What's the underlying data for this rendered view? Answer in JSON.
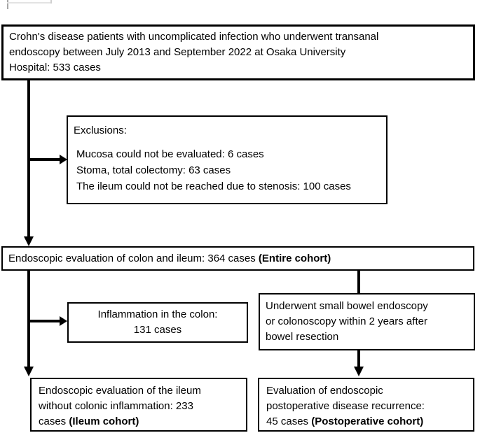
{
  "diagram": {
    "source_box": {
      "lines": [
        "Crohn's disease patients with uncomplicated infection who underwent transanal",
        "endoscopy between July 2013 and September 2022 at Osaka University",
        "Hospital: 533 cases"
      ]
    },
    "exclusions_box": {
      "title": "Exclusions:",
      "items": [
        "Mucosa could not be evaluated: 6 cases",
        "Stoma, total colectomy: 63 cases",
        "The ileum could not be reached due to stenosis: 100 cases"
      ]
    },
    "entire_cohort_box": {
      "text": "Endoscopic evaluation of colon and ileum: 364 cases ",
      "bold": "(Entire cohort)"
    },
    "inflammation_box": {
      "line1": "Inflammation in the colon:",
      "line2": "131 cases"
    },
    "criteria_box": {
      "line1": "Underwent small bowel endoscopy",
      "line2": "or colonoscopy within 2 years after",
      "line3": "bowel resection"
    },
    "ileum_cohort_box": {
      "line1": "Endoscopic evaluation of the ileum",
      "line2": "without colonic inflammation: 233",
      "line3_text": "cases ",
      "line3_bold": "(Ileum cohort)"
    },
    "postoperative_cohort_box": {
      "line1": "Evaluation of endoscopic",
      "line2": "postoperative disease recurrence:",
      "line3_text": "45 cases ",
      "line3_bold": "(Postoperative cohort)"
    }
  },
  "colors": {
    "box_border": "#000000",
    "arrow": "#000000",
    "text": "#000000",
    "background": "#ffffff"
  }
}
